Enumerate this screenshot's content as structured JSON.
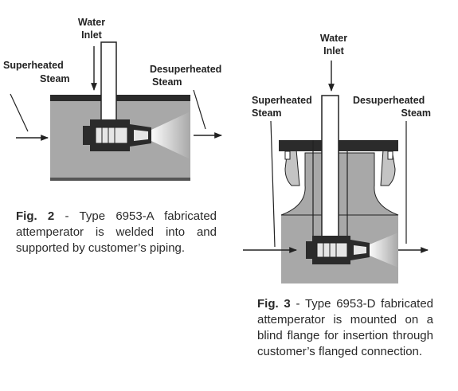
{
  "fig2": {
    "labels": {
      "water_inlet_line1": "Water",
      "water_inlet_line2": "Inlet",
      "superheated_line1": "Superheated",
      "superheated_line2": "Steam",
      "desuperheated_line1": "Desuperheated",
      "desuperheated_line2": "Steam"
    },
    "caption": {
      "fig": "Fig. 2",
      "text": " - Type 6953-A fabricated attemperator is welded into and supported by customer’s piping."
    }
  },
  "fig3": {
    "labels": {
      "water_inlet_line1": "Water",
      "water_inlet_line2": "Inlet",
      "superheated_line1": "Superheated",
      "superheated_line2": "Steam",
      "desuperheated_line1": "Desuperheated",
      "desuperheated_line2": "Steam"
    },
    "caption": {
      "fig": "Fig. 3",
      "text": " - Type 6953-D fabricated attemperator is mounted on a blind flange for insertion through customer’s flanged connection."
    }
  },
  "colors": {
    "body_gray": "#a8a8a8",
    "dark": "#2b2b2b",
    "light_gray": "#d6d6d6"
  }
}
